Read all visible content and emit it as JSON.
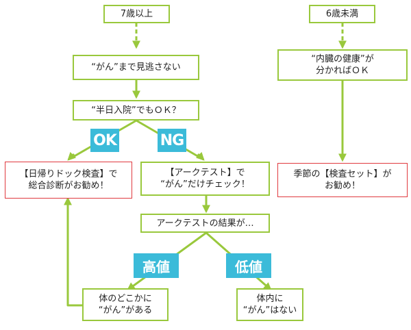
{
  "colors": {
    "connector": "#99c83c",
    "box_border_green": "#99c83c",
    "box_border_red": "#e0393e",
    "badge_bg": "#3bbbd9",
    "badge_text": "#ffffff"
  },
  "nodes": {
    "age7": "7歳以上",
    "no_miss": "“がん”まで見逃さない",
    "half_day": "“半日入院”でもＯＫ？",
    "dock_line1": "【日帰りドック検査】で",
    "dock_line2": "総合診断がお勧め！",
    "arc_test_line1": "【アークテスト】で",
    "arc_test_line2": "“がん”だけチェック！",
    "arc_result": "アークテストの結果が…",
    "somewhere_line1": "体のどこかに",
    "somewhere_line2": "“がん”がある",
    "inside_line1": "体内に",
    "inside_line2": "“がん”はない",
    "age6": "6歳未満",
    "organ_line1": "“内臓の健康”が",
    "organ_line2": "分かればＯＫ",
    "season_line1": "季節の【検査セット】が",
    "season_line2": "お勧め！"
  },
  "badges": {
    "ok": "OK",
    "ng": "NG",
    "high": "高値",
    "low": "低値"
  }
}
